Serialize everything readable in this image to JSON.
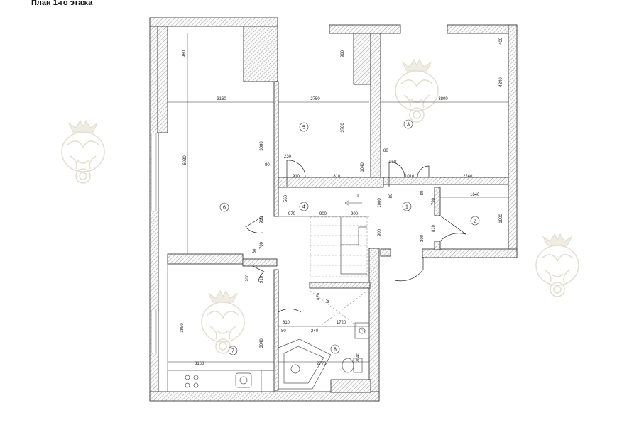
{
  "title": "План 1-го этажа",
  "marks": {
    "section_marker": "1"
  },
  "rooms": [
    {
      "id": "1",
      "label": "1"
    },
    {
      "id": "2",
      "label": "2"
    },
    {
      "id": "3",
      "label": "3"
    },
    {
      "id": "4",
      "label": "4"
    },
    {
      "id": "5",
      "label": "5"
    },
    {
      "id": "6",
      "label": "6"
    },
    {
      "id": "7",
      "label": "7"
    },
    {
      "id": "8",
      "label": "8"
    }
  ],
  "dimensions": {
    "d960a": "960",
    "d960b": "960",
    "d400": "400",
    "d3160a": "3160",
    "d2750": "2750",
    "d3800": "3800",
    "d4340": "4340",
    "d3780": "3780",
    "d3880": "3880",
    "d6030": "6030",
    "d80a": "80",
    "d80b": "80",
    "d80c": "80",
    "d80d": "80",
    "d80e": "80",
    "d80f": "80",
    "d80g": "80",
    "d230": "230",
    "d250": "250",
    "d910a": "910",
    "d910b": "910",
    "d910c": "910",
    "d1810": "1810",
    "d1040": "1040",
    "d1010": "1010",
    "d2240": "2240",
    "d560": "560",
    "d970": "970",
    "d900a": "900",
    "d900b": "900",
    "d900c": "900",
    "d1000": "1000",
    "d790": "790",
    "d1640": "1640",
    "d1900": "1900",
    "d810a": "810",
    "d810b": "810",
    "d300": "300",
    "d700": "700",
    "d200": "200",
    "d820": "820",
    "d240": "240",
    "d1720": "1720",
    "d3950": "3950",
    "d3040": "3040",
    "d3160b": "3160",
    "d2770": "2770",
    "d2040": "2040"
  },
  "colors": {
    "wall_stroke": "#3a3a3a",
    "watermark": "#e3e0d2"
  },
  "icons": [
    "lion-crown-watermark-icon"
  ]
}
